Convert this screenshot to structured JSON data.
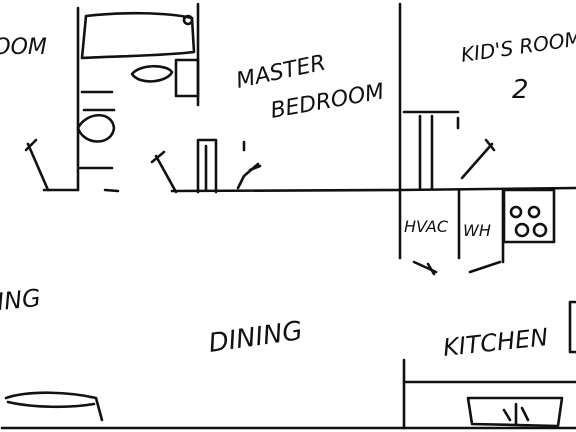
{
  "rooms": {
    "bathroom_partial": "ROOM",
    "master_bedroom_line1": "MASTER",
    "master_bedroom_line2": "BEDROOM",
    "kids_room_line1": "KID'S ROOM",
    "kids_room_line2": "2",
    "hvac": "HVAC",
    "water_heater": "WH",
    "living_partial": "ING",
    "dining": "DINING",
    "kitchen": "KITCHEN"
  },
  "colors": {
    "ink": "#111111",
    "paper": "#ffffff"
  }
}
